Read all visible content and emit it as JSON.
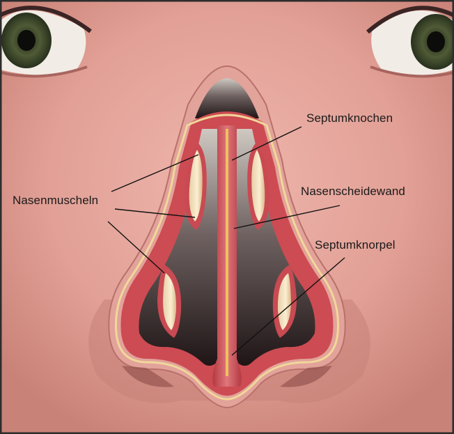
{
  "labels": {
    "septumknochen": "Septumknochen",
    "nasenscheidewand": "Nasenscheidewand",
    "septumknorpel": "Septumknorpel",
    "nasenmuscheln": "Nasenmuscheln"
  },
  "colors": {
    "skin": "#e3a39a",
    "skin_shadow": "#b86f69",
    "mucosa": "#c9454c",
    "mucosa_light": "#e8858a",
    "cartilage": "#f3ddb4",
    "bone_strip": "#e9c25a",
    "cavity": "#2b1d1d",
    "frame": "#2d2d2d",
    "leader_line": "#111111"
  }
}
